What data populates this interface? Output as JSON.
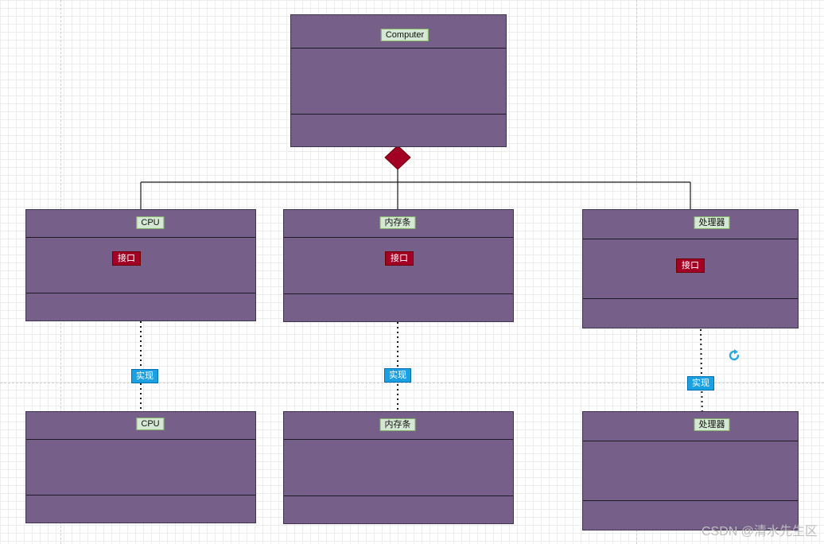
{
  "diagram": {
    "root_class": {
      "name": "Computer"
    },
    "interface_classes": [
      {
        "name": "CPU",
        "tag": "接口"
      },
      {
        "name": "内存条",
        "tag": "接口"
      },
      {
        "name": "处理器",
        "tag": "接口"
      }
    ],
    "impl_classes": [
      {
        "name": "CPU"
      },
      {
        "name": "内存条"
      },
      {
        "name": "处理器"
      }
    ],
    "realization_labels": [
      "实现",
      "实现",
      "实现"
    ],
    "relationship": "aggregation"
  },
  "watermark": "CSDN @清水先生区",
  "colors": {
    "class_fill": "#76608a",
    "title_fill": "#d5e8d4",
    "interface_fill": "#a20025",
    "realize_fill": "#1ba1e2",
    "diamond_fill": "#a20025",
    "handle": "#29a8e0"
  }
}
